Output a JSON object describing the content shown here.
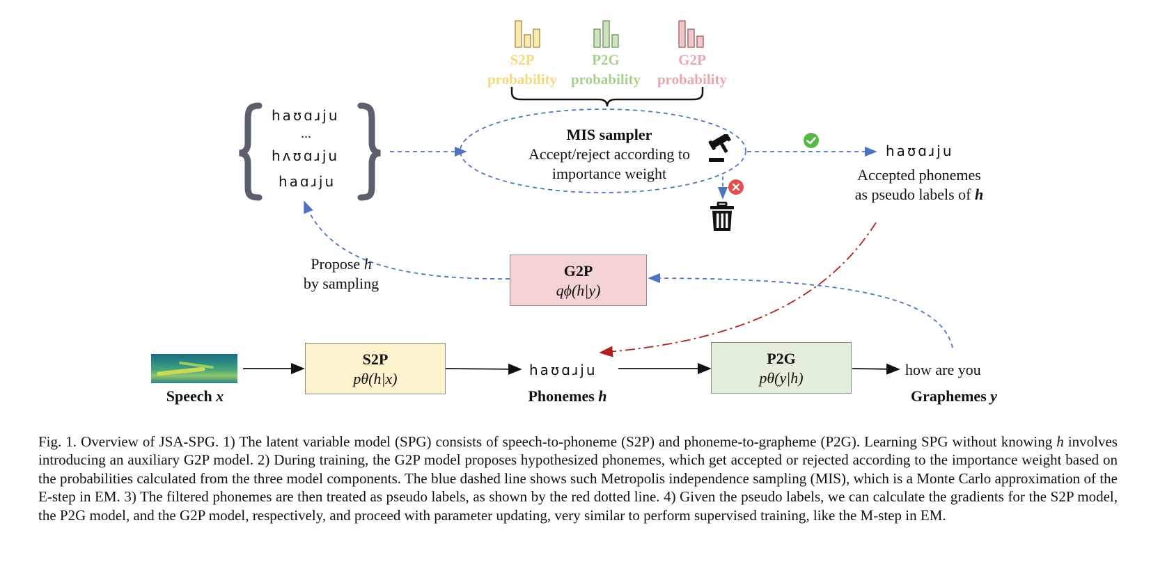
{
  "colors": {
    "s2p": "#f5d77c",
    "p2g": "#a9cf8e",
    "g2p": "#e8a8ab",
    "s2p_box": "#fdf3cd",
    "p2g_box": "#e3eedb",
    "g2p_box": "#f5d3d4",
    "blue_dash": "#4e74c1",
    "red_dashdot": "#b0201c",
    "brace": "#5a5f6b",
    "check": "#56b947",
    "cross": "#e24d4d"
  },
  "probabilities": [
    {
      "name": "S2P",
      "label": "probability",
      "icon": "bar-chart-icon"
    },
    {
      "name": "P2G",
      "label": "probability",
      "icon": "bar-chart-icon"
    },
    {
      "name": "G2P",
      "label": "probability",
      "icon": "bar-chart-icon"
    }
  ],
  "candidates": [
    "haʊɑɹju",
    "...",
    "hʌʊɑɹju",
    "haɑɹju"
  ],
  "mis": {
    "title": "MIS sampler",
    "line1": "Accept/reject according to",
    "line2": "importance weight",
    "icon": "gavel-icon"
  },
  "accepted": {
    "phonemes": "haʊɑɹju",
    "line1": "Accepted phonemes",
    "line2": "as pseudo labels of",
    "var": "h"
  },
  "reject_icon": "trash-icon",
  "propose": {
    "line1": "Propose",
    "var": "h",
    "line2": "by sampling"
  },
  "g2p": {
    "title": "G2P",
    "formula": "qϕ(h|y)"
  },
  "s2p": {
    "title": "S2P",
    "formula": "pθ(h|x)"
  },
  "p2g": {
    "title": "P2G",
    "formula": "pθ(y|h)"
  },
  "speech": {
    "label": "Speech",
    "var": "x"
  },
  "phonemes": {
    "text": "haʊɑɹju",
    "label": "Phonemes",
    "var": "h"
  },
  "graphemes": {
    "text": "how are you",
    "label": "Graphemes",
    "var": "y"
  },
  "caption": {
    "p1": "Fig. 1.  Overview of JSA-SPG. 1) The latent variable model (SPG) consists of speech-to-phoneme (S2P) and phoneme-to-grapheme (P2G). Learning SPG without knowing ",
    "var": "h",
    "p2": " involves introducing an auxiliary G2P model. 2) During training, the G2P model proposes hypothesized phonemes, which get accepted or rejected according to the importance weight based on the probabilities calculated from the three model components. The blue dashed line shows such Metropolis independence sampling (MIS), which is a Monte Carlo approximation of the E-step in EM. 3) The filtered phonemes are then treated as pseudo labels, as shown by the red dotted line. 4) Given the pseudo labels, we can calculate the gradients for the S2P model, the P2G model, and the G2P model, respectively, and proceed with parameter updating, very similar to perform supervised training, like the M-step in EM."
  }
}
